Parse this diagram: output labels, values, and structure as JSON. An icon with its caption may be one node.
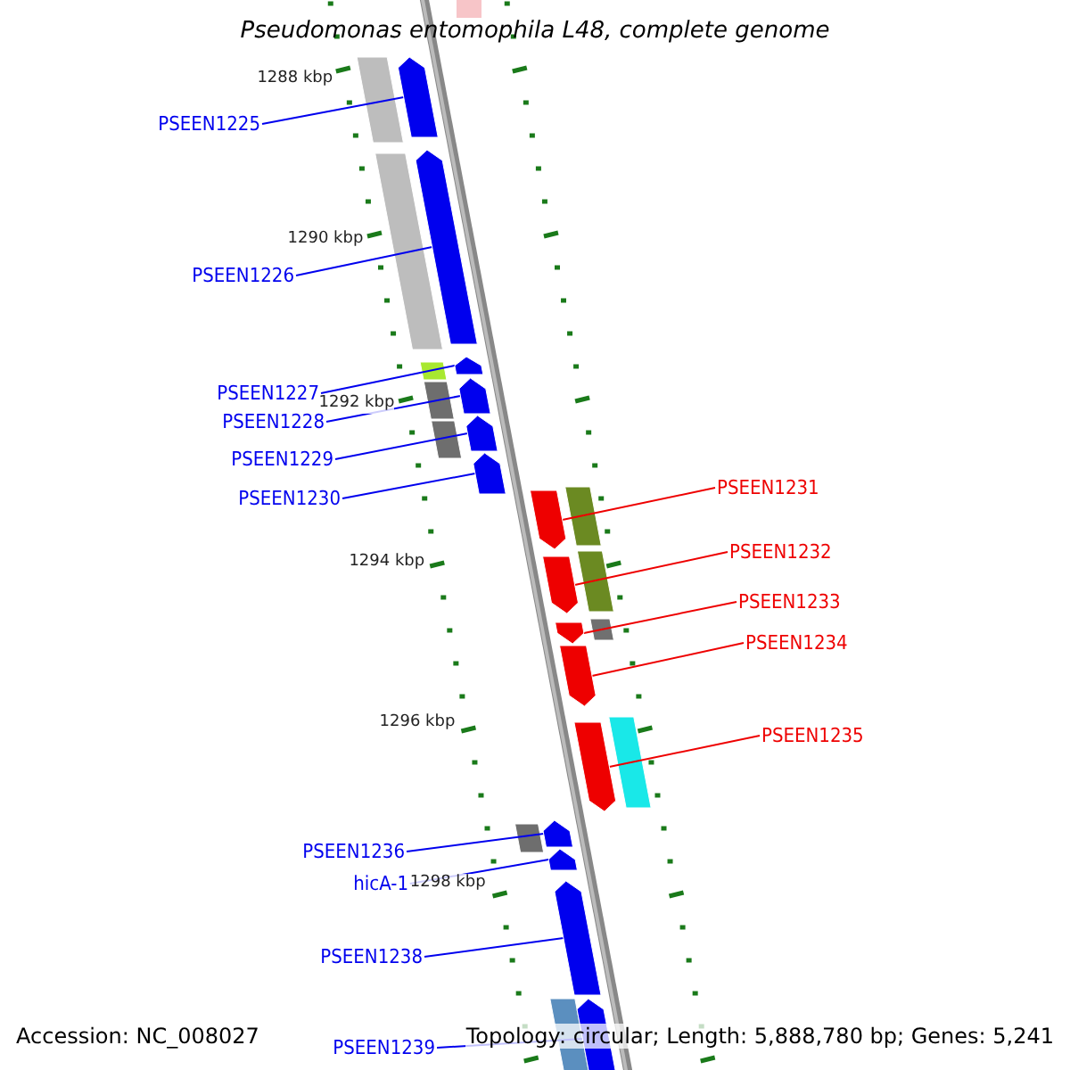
{
  "diagram": {
    "title": "Pseudomonas entomophila L48, complete genome",
    "nodes": [
      {
        "text": [
          "PSEEN1225"
        ]
      },
      {
        "text": [
          "PSEEN1226"
        ]
      },
      {
        "text": [
          "PSEEN1227"
        ]
      },
      {
        "text": [
          "PSEEN1228"
        ]
      },
      {
        "text": [
          "PSEEN1229"
        ]
      },
      {
        "text": [
          "PSEEN1230"
        ]
      },
      {
        "text": [
          "PSEEN1231"
        ]
      },
      {
        "text": [
          "PSEEN1232"
        ]
      },
      {
        "text": [
          "PSEEN1233"
        ]
      },
      {
        "text": [
          "PSEEN1234"
        ]
      },
      {
        "text": [
          "PSEEN1235"
        ]
      },
      {
        "text": [
          "PSEEN1236"
        ]
      },
      {
        "text": [
          "hicA-1"
        ]
      },
      {
        "text": [
          "PSEEN1238"
        ]
      },
      {
        "text": [
          "PSEEN1239"
        ]
      },
      {
        "text": [],
        "shape": "arrow"
      },
      {
        "text": [],
        "shape": "arrow"
      },
      {
        "text": [],
        "shape": "arrow"
      },
      {
        "text": [],
        "shape": "arrow"
      },
      {
        "text": [],
        "shape": "arrow"
      },
      {
        "text": [],
        "shape": "arrow"
      },
      {
        "text": [],
        "shape": "arrow"
      },
      {
        "text": [],
        "shape": "arrow"
      },
      {
        "text": [],
        "shape": "arrow"
      },
      {
        "text": [],
        "shape": "arrow"
      },
      {
        "text": [],
        "shape": "arrow"
      },
      {
        "text": [],
        "shape": "arrow"
      },
      {
        "text": [],
        "shape": "arrow"
      },
      {
        "text": [],
        "shape": "arrow"
      },
      {
        "text": [],
        "shape": "arrow"
      }
    ],
    "edges": [
      {
        "from": 0,
        "to": 15,
        "arrow": "none"
      },
      {
        "from": 1,
        "to": 16,
        "arrow": "none"
      },
      {
        "from": 2,
        "to": 17,
        "arrow": "none"
      },
      {
        "from": 3,
        "to": 18,
        "arrow": "none"
      },
      {
        "from": 4,
        "to": 19,
        "arrow": "none"
      },
      {
        "from": 5,
        "to": 20,
        "arrow": "none"
      },
      {
        "from": 6,
        "to": 21,
        "arrow": "none",
        "color": "#ee0000"
      },
      {
        "from": 7,
        "to": 22,
        "arrow": "none",
        "color": "#ee0000"
      },
      {
        "from": 8,
        "to": 23,
        "arrow": "none",
        "color": "#ee0000"
      },
      {
        "from": 9,
        "to": 24,
        "arrow": "none",
        "color": "#ee0000"
      },
      {
        "from": 10,
        "to": 25,
        "arrow": "none",
        "color": "#ee0000"
      },
      {
        "from": 11,
        "to": 26,
        "arrow": "none"
      },
      {
        "from": 12,
        "to": 27,
        "arrow": "none"
      },
      {
        "from": 13,
        "to": 28,
        "arrow": "none"
      },
      {
        "from": 14,
        "to": 29,
        "arrow": "none"
      }
    ],
    "labels": [
      "1288 kbp",
      "1290 kbp",
      "1292 kbp",
      "1294 kbp",
      "1296 kbp",
      "1298 kbp",
      "Accession: NC_008027",
      "Topology: circular; Length: 5,888,780 bp; Genes: 5,241"
    ]
  }
}
